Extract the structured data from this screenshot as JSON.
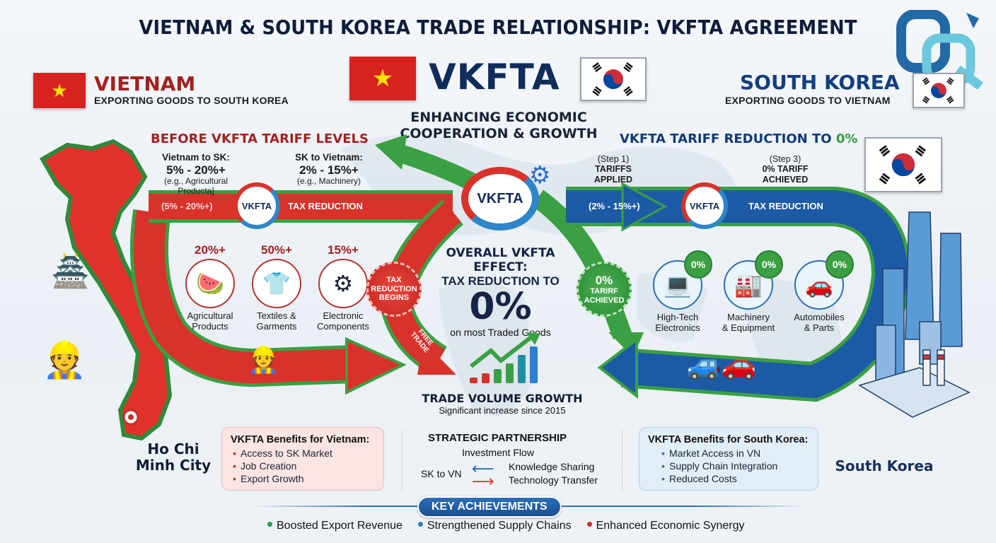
{
  "title": "VIETNAM & SOUTH KOREA TRADE RELATIONSHIP: VKFTA AGREEMENT",
  "colors": {
    "vietnam_red": "#d8221f",
    "korea_blue": "#1d5aa6",
    "accent_green": "#3aa043",
    "navy": "#0f2c5c",
    "flag_star_yellow": "#ffe000"
  },
  "watermark": {
    "icon": "cq-logo-icon"
  },
  "vietnam": {
    "name": "VIETNAM",
    "subtitle": "EXPORTING GOODS TO SOUTH KOREA",
    "flag": "vietnam-flag-icon"
  },
  "center": {
    "name": "VKFTA",
    "subtitle_line1": "ENHANCING ECONOMIC",
    "subtitle_line2": "COOPERATION & GROWTH",
    "hub_label": "VKFTA"
  },
  "south_korea": {
    "name": "SOUTH KOREA",
    "subtitle": "EXPORTING GOODS TO VIETNAM",
    "flag": "korea-flag-icon"
  },
  "before": {
    "heading": "BEFORE VKFTA TARIFF LEVELS",
    "vn_to_sk": {
      "label": "Vietnam to SK:",
      "range": "5% - 20%+",
      "example_line1": "(e.g., Agricultural",
      "example_line2": "Producta]"
    },
    "sk_to_vn": {
      "label": "SK to Vietnam:",
      "range": "2% - 15%+",
      "example": "(e.g., Machinery)"
    },
    "arrow_range": "(5% - 20%+)",
    "hub_label": "VKFTA",
    "arrow_action": "TAX REDUCTION"
  },
  "reduction": {
    "heading_prefix": "VKFTA TARIFF REDUCTION TO ",
    "heading_highlight": "0%",
    "step1": {
      "step": "(Step 1)",
      "line1": "TARIFFS",
      "line2": "APPLIED"
    },
    "step3": {
      "step": "(Step 3)",
      "line1": "0% TARIFF",
      "line2": "ACHIEVED"
    },
    "arrow_range": "(2% - 15%+)",
    "hub_label": "VKFTA",
    "arrow_action": "TAX REDUCTION"
  },
  "vn_products": [
    {
      "pct": "20%+",
      "line1": "Agricultural",
      "line2": "Products",
      "icon": "fruit-basket-icon"
    },
    {
      "pct": "50%+",
      "line1": "Textiles &",
      "line2": "Garments",
      "icon": "tshirt-icon"
    },
    {
      "pct": "15%+",
      "line1": "Electronic",
      "line2": "Components",
      "icon": "circuit-board-icon"
    }
  ],
  "kr_products": [
    {
      "badge": "0%",
      "line1": "High-Tech",
      "line2": "Electronics",
      "icon": "devices-icon"
    },
    {
      "badge": "0%",
      "line1": "Machinery",
      "line2": "& Equipment",
      "icon": "machine-icon"
    },
    {
      "badge": "0%",
      "line1": "Automobiles",
      "line2": "& Parts",
      "icon": "car-icon"
    }
  ],
  "seal_red": {
    "line1": "TAX",
    "line2": "REDUCTION",
    "line3": "BEGINS"
  },
  "seal_green": {
    "line1": "0%",
    "line2": "TARIRF",
    "line3": "ACHIEVED"
  },
  "free_trade_label": {
    "line1": "FREE",
    "line2": "TRADE"
  },
  "overall": {
    "line1": "OVERALL VKFTA EFFECT:",
    "line2": "TAX REDUCTION TO",
    "big": "0%",
    "caption": "on most Traded Goods"
  },
  "growth": {
    "title": "TRADE VOLUME GROWTH",
    "subtitle": "Significant increase since 2015",
    "bars": [
      8,
      14,
      20,
      28,
      40,
      52
    ],
    "bar_colors": [
      "#d8322b",
      "#d8322b",
      "#3aa043",
      "#3aa043",
      "#1f8fa8",
      "#2c7fd1"
    ]
  },
  "cities": {
    "vn_line1": "Ho Chi",
    "vn_line2": "Minh City",
    "kr": "South Korea"
  },
  "benefits_vn": {
    "title": "VKFTA Benefits for Vietnam:",
    "items": [
      "Access to SK Market",
      "Job Creation",
      "Export Growth"
    ]
  },
  "partnership": {
    "title": "STRATEGIC PARTNERSHIP",
    "subtitle": "Investment Flow",
    "direction": "SK to VN",
    "flow1": "Knowledge Sharing",
    "flow2": "Technology Transfer"
  },
  "benefits_kr": {
    "title": "VKFTA Benefits for South Korea:",
    "items": [
      "Market Access in VN",
      "Supply Chain Integration",
      "Reduced Costs"
    ]
  },
  "key_achievements": {
    "label": "KEY ACHIEVEMENTS",
    "items": [
      {
        "text": "Boosted Export Revenue",
        "color": "#2a9a4a"
      },
      {
        "text": "Strengthened Supply Chains",
        "color": "#2a7fc0"
      },
      {
        "text": "Enhanced Economic Synergy",
        "color": "#c5302b"
      }
    ]
  }
}
